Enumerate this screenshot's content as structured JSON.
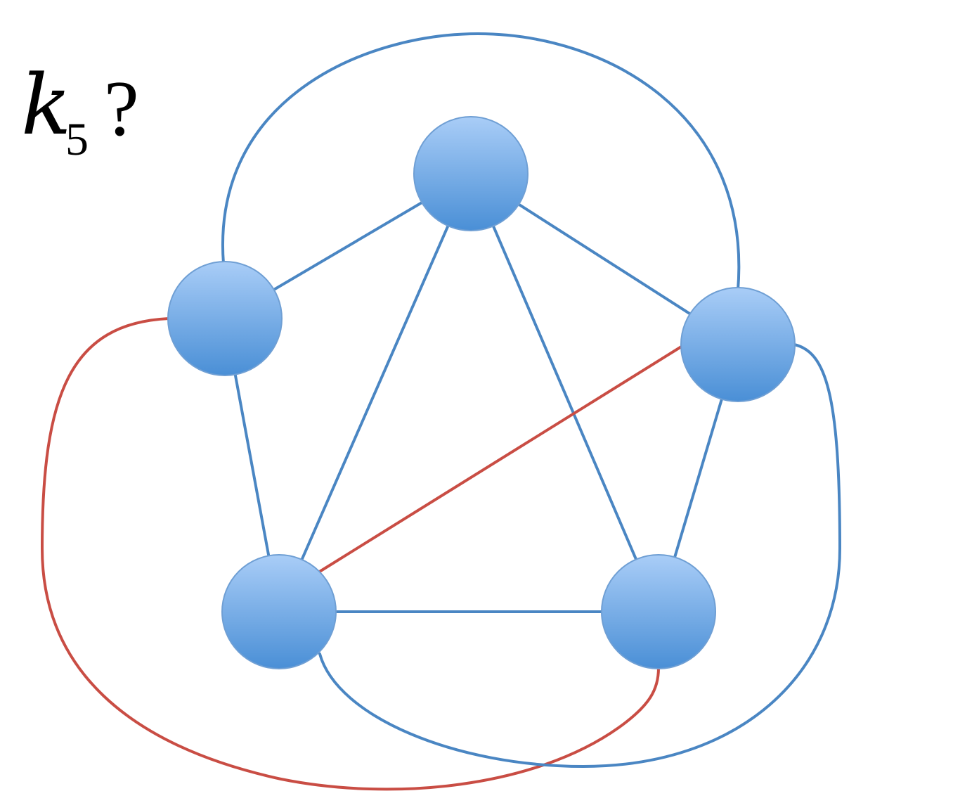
{
  "diagram": {
    "title": {
      "base": "k",
      "subscript": "5",
      "suffix": "?"
    },
    "colors": {
      "edge_default": "#4a86c3",
      "edge_highlight": "#c94d44",
      "node_top": "#a9cdf7",
      "node_bottom": "#4a8fd6",
      "node_stroke": "#6f9fd4"
    },
    "nodes": [
      {
        "id": "top"
      },
      {
        "id": "left"
      },
      {
        "id": "right"
      },
      {
        "id": "bottom-left"
      },
      {
        "id": "bottom-right"
      }
    ],
    "edges": [
      {
        "from": "top",
        "to": "left",
        "color": "blue"
      },
      {
        "from": "top",
        "to": "right",
        "color": "blue"
      },
      {
        "from": "top",
        "to": "bottom-left",
        "color": "blue"
      },
      {
        "from": "top",
        "to": "bottom-right",
        "color": "blue"
      },
      {
        "from": "left",
        "to": "bottom-left",
        "color": "blue"
      },
      {
        "from": "right",
        "to": "bottom-right",
        "color": "blue"
      },
      {
        "from": "bottom-left",
        "to": "bottom-right",
        "color": "blue"
      },
      {
        "from": "left",
        "to": "right",
        "color": "blue"
      },
      {
        "from": "right",
        "to": "bottom-left",
        "color": "red"
      },
      {
        "from": "left",
        "to": "bottom-right",
        "color": "red"
      },
      {
        "from": "right",
        "to": "bottom-left",
        "color": "blue"
      }
    ]
  }
}
